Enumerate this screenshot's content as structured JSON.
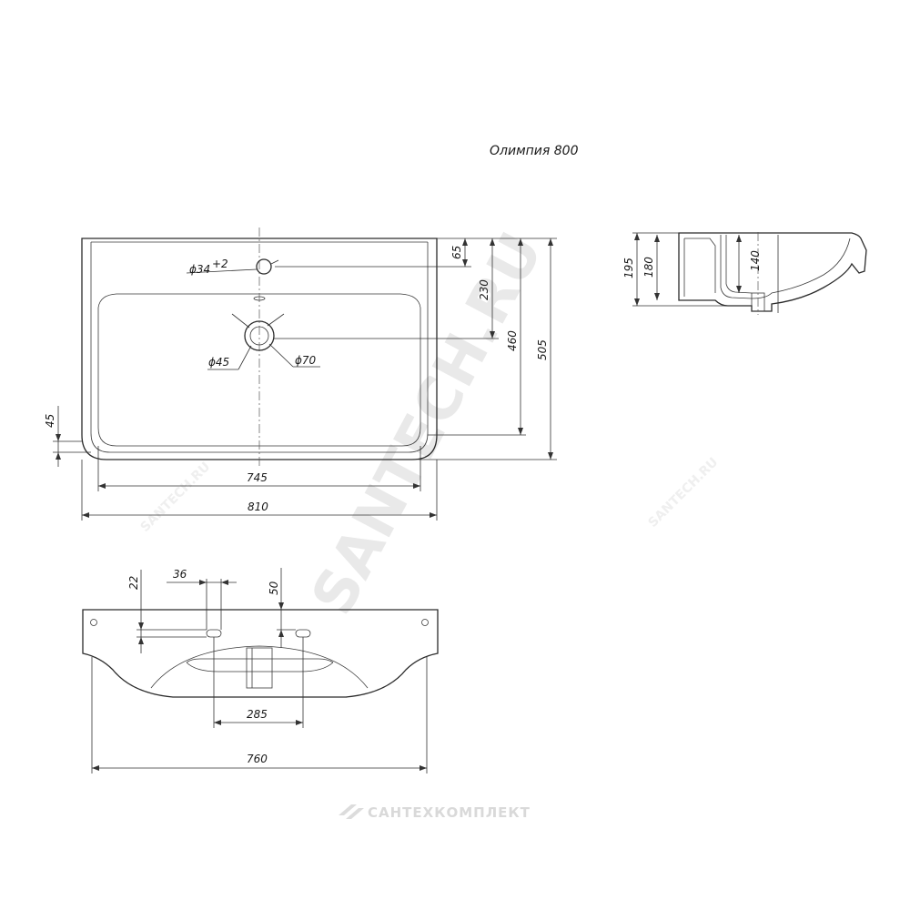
{
  "title": "Олимпия 800",
  "watermark": {
    "main": "SANTECH.RU",
    "secondary": "SANTECH.RU",
    "brand": "САНТЕХКОМПЛЕКТ"
  },
  "top_view": {
    "tap_hole_label": "ϕ34",
    "tap_hole_tolerance": "+2",
    "drain_inner_label": "ϕ45",
    "drain_outer_label": "ϕ70",
    "dim_65": "65",
    "dim_230": "230",
    "dim_460": "460",
    "dim_505": "505",
    "dim_45": "45",
    "dim_745": "745",
    "dim_810": "810"
  },
  "side_view": {
    "dim_195": "195",
    "dim_180": "180",
    "dim_140": "140"
  },
  "front_view": {
    "dim_22": "22",
    "dim_36": "36",
    "dim_50": "50",
    "dim_285": "285",
    "dim_760": "760"
  }
}
